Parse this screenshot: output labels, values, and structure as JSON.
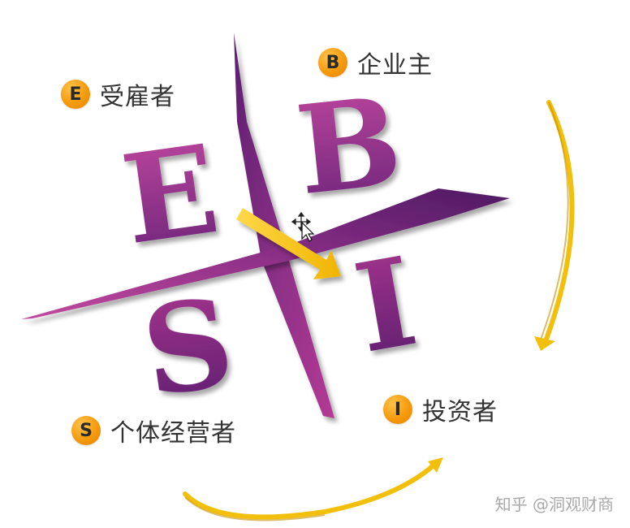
{
  "quadrants": {
    "e": {
      "letter": "E",
      "label": "受雇者"
    },
    "b": {
      "letter": "B",
      "label": "企业主"
    },
    "s": {
      "letter": "S",
      "label": "个体经营者"
    },
    "i": {
      "letter": "I",
      "label": "投资者"
    }
  },
  "big_letters": {
    "e": "E",
    "b": "B",
    "s": "S",
    "i": "I"
  },
  "watermark": "知乎 @洞观财商",
  "colors": {
    "purple_light": "#b23c97",
    "purple_dark": "#5a1f6e",
    "badge_orange": "#f59a0c",
    "arrow_yellow": "#f5c000"
  },
  "icons": [
    "move-cursor-icon",
    "pointer-cursor-icon"
  ]
}
